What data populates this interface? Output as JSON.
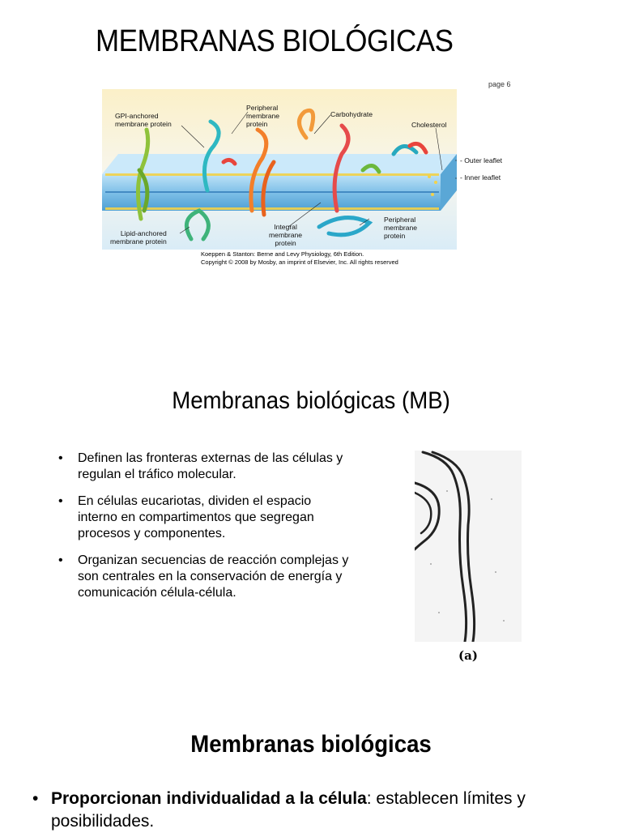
{
  "slide1": {
    "title": "MEMBRANAS BIOLÓGICAS",
    "page_label": "page 6",
    "figure_labels": {
      "gpi": [
        "GPI-anchored",
        "membrane protein"
      ],
      "peripheral_top": [
        "Peripheral",
        "membrane",
        "protein"
      ],
      "carbohydrate": "Carbohydrate",
      "cholesterol": "Cholesterol",
      "outer_leaflet": "Outer leaflet",
      "inner_leaflet": "Inner leaflet",
      "lipid_anchored": [
        "Lipid-anchored",
        "membrane protein"
      ],
      "integral": [
        "Integral",
        "membrane",
        "protein"
      ],
      "peripheral_bottom": [
        "Peripheral",
        "membrane",
        "protein"
      ]
    },
    "credit": [
      "Koeppen & Stanton: Berne and Levy Physiology, 6th Edition.",
      "Copyright © 2008 by Mosby, an imprint of Elsevier, Inc. All rights reserved"
    ]
  },
  "slide2": {
    "title": "Membranas biológicas (MB)",
    "bullets": [
      "Definen las fronteras externas de las células y regulan el tráfico molecular.",
      "En células eucariotas, dividen el espacio interno en compartimentos que segregan procesos y componentes.",
      "Organizan secuencias de reacción complejas y son centrales en la conservación de energía y comunicación célula-célula."
    ],
    "image_caption": "(a)"
  },
  "slide3": {
    "title": "Membranas biológicas",
    "bullet_bold": "Proporcionan individualidad a la célula",
    "bullet_rest": ": establecen límites y posibilidades."
  },
  "colors": {
    "membrane_blue": "#8fc9ec",
    "membrane_dark": "#3a8fc6",
    "head_yellow": "#f2d24a",
    "figure_bg": "#fbf2cf"
  }
}
